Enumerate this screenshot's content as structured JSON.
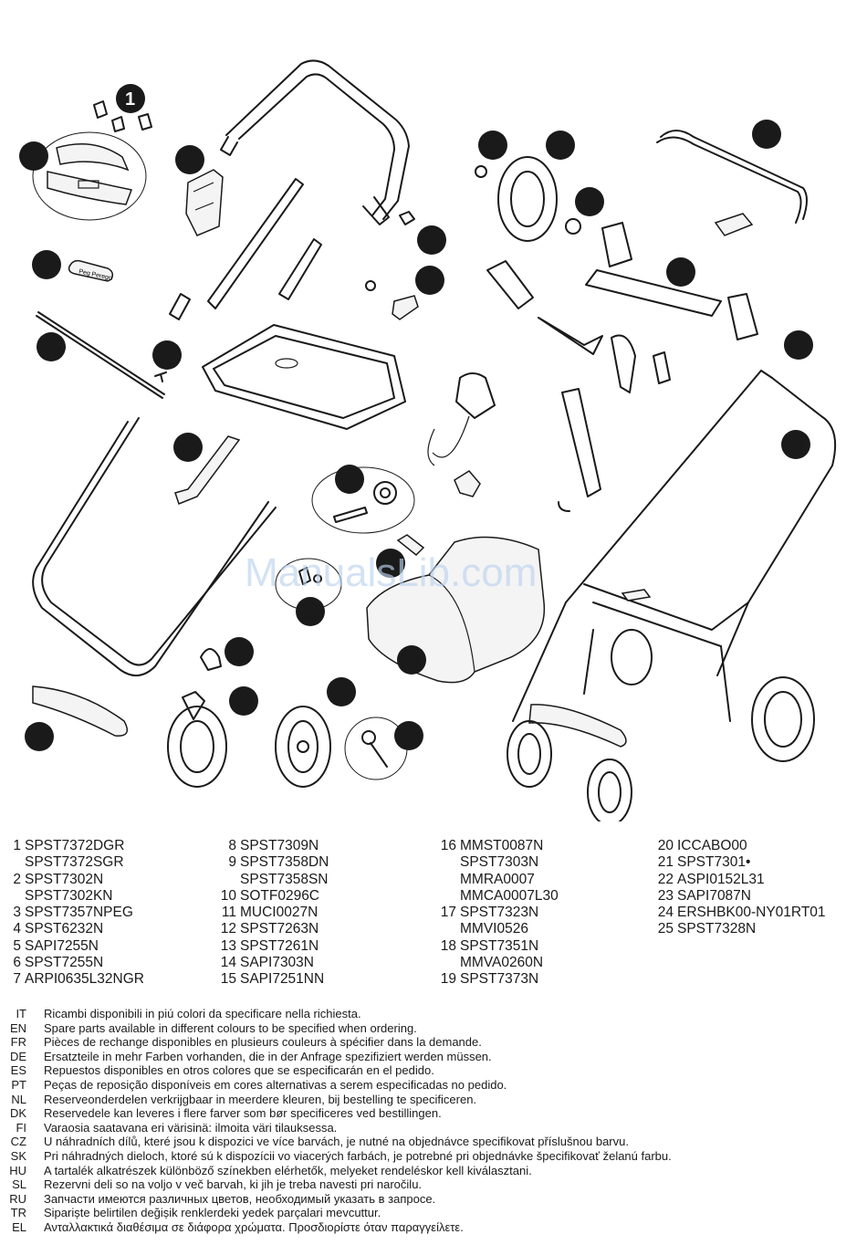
{
  "watermark": "ManualsLib.com",
  "brand_label": "Peg Perego",
  "callouts": [
    "1",
    "",
    "",
    "",
    "",
    "",
    "",
    "",
    "",
    "",
    "",
    "",
    "",
    "",
    "",
    "",
    "",
    "",
    "",
    "",
    "",
    "",
    "",
    "",
    ""
  ],
  "parts_columns": [
    {
      "rows": [
        {
          "num": "1",
          "code": "SPST7372DGR"
        },
        {
          "num": "",
          "code": "SPST7372SGR"
        },
        {
          "num": "2",
          "code": "SPST7302N"
        },
        {
          "num": "",
          "code": "SPST7302KN"
        },
        {
          "num": "3",
          "code": "SPST7357NPEG"
        },
        {
          "num": "4",
          "code": "SPST6232N"
        },
        {
          "num": "5",
          "code": "SAPI7255N"
        },
        {
          "num": "6",
          "code": "SPST7255N"
        },
        {
          "num": "7",
          "code": "ARPI0635L32NGR"
        }
      ]
    },
    {
      "rows": [
        {
          "num": "8",
          "code": "SPST7309N"
        },
        {
          "num": "9",
          "code": "SPST7358DN"
        },
        {
          "num": "",
          "code": "SPST7358SN"
        },
        {
          "num": "10",
          "code": "SOTF0296C"
        },
        {
          "num": "11",
          "code": "MUCI0027N"
        },
        {
          "num": "12",
          "code": "SPST7263N"
        },
        {
          "num": "13",
          "code": "SPST7261N"
        },
        {
          "num": "14",
          "code": "SAPI7303N"
        },
        {
          "num": "15",
          "code": "SAPI7251NN"
        }
      ]
    },
    {
      "rows": [
        {
          "num": "16",
          "code": "MMST0087N"
        },
        {
          "num": "",
          "code": "SPST7303N"
        },
        {
          "num": "",
          "code": "MMRA0007"
        },
        {
          "num": "",
          "code": "MMCA0007L30"
        },
        {
          "num": "17",
          "code": "SPST7323N"
        },
        {
          "num": "",
          "code": "MMVI0526"
        },
        {
          "num": "18",
          "code": "SPST7351N"
        },
        {
          "num": "",
          "code": "MMVA0260N"
        },
        {
          "num": "19",
          "code": "SPST7373N"
        }
      ]
    },
    {
      "rows": [
        {
          "num": "20",
          "code": "ICCABO00"
        },
        {
          "num": "21",
          "code": "SPST7301•"
        },
        {
          "num": "22",
          "code": "ASPI0152L31"
        },
        {
          "num": "23",
          "code": "SAPI7087N"
        },
        {
          "num": "24",
          "code": "ERSHBK00-NY01RT01"
        },
        {
          "num": "25",
          "code": "SPST7328N"
        }
      ]
    }
  ],
  "notes": [
    {
      "lang": "IT",
      "text": "Ricambi disponibili in piú colori da specificare nella richiesta."
    },
    {
      "lang": "EN",
      "text": "Spare parts available in different colours to be specified when ordering."
    },
    {
      "lang": "FR",
      "text": "Pièces de rechange disponibles en plusieurs couleurs à spécifier dans la demande."
    },
    {
      "lang": "DE",
      "text": "Ersatzteile in mehr Farben vorhanden, die in der Anfrage spezifiziert werden müssen."
    },
    {
      "lang": "ES",
      "text": "Repuestos disponibles en otros colores que se especificarán en el pedido."
    },
    {
      "lang": "PT",
      "text": "Peças de reposição disponíveis em cores alternativas a serem especificadas no pedido."
    },
    {
      "lang": "NL",
      "text": "Reserveonderdelen verkrijgbaar in meerdere kleuren, bij bestelling te specificeren."
    },
    {
      "lang": "DK",
      "text": "Reservedele kan leveres i flere farver som bør specificeres ved bestillingen."
    },
    {
      "lang": "FI",
      "text": "Varaosia saatavana eri värisinä: ilmoita väri tilauksessa."
    },
    {
      "lang": "CZ",
      "text": "U náhradních dílů, které jsou k dispozici ve více barvách, je nutné na objednávce specifikovat příslušnou barvu."
    },
    {
      "lang": "SK",
      "text": "Pri náhradných dieloch, ktoré sú k dispozícii vo viacerých farbách, je potrebné pri objednávke špecifikovať želanú farbu."
    },
    {
      "lang": "HU",
      "text": "A tartalék alkatrészek különböző színekben elérhetők, melyeket rendeléskor kell kiválasztani."
    },
    {
      "lang": "SL",
      "text": "Rezervni deli so na voljo v več barvah, ki jih je treba navesti pri naročilu."
    },
    {
      "lang": "RU",
      "text": "Запчасти имеются различных цветов, необходимый указать в запросе."
    },
    {
      "lang": "TR",
      "text": "Sipariște belirtilen değișik renklerdeki yedek parçalari mevcuttur."
    },
    {
      "lang": "EL",
      "text": "Ανταλλακτικά διαθέσιμα σε διάφορα χρώματα. Προσδιορίστε όταν παραγγείλετε."
    }
  ]
}
